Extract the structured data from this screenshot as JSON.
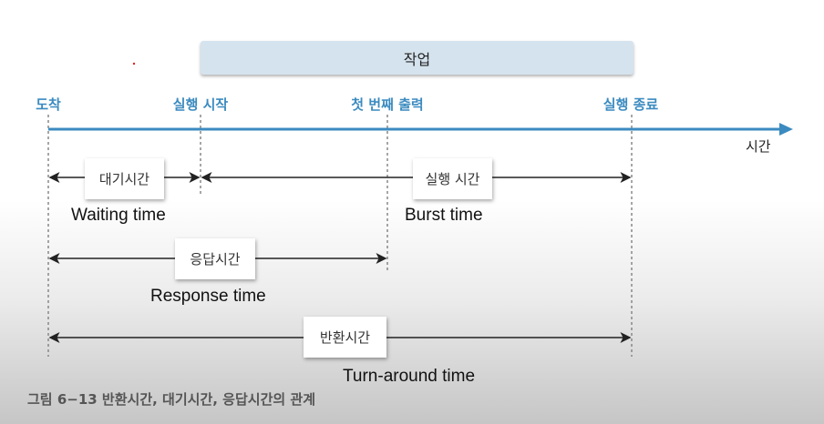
{
  "job_label": "작업",
  "milestones": [
    "도착",
    "실행 시작",
    "첫 번째 출력",
    "실행 종료"
  ],
  "axis_label": "시간",
  "intervals": [
    {
      "ko": "대기시간",
      "en": "Waiting time"
    },
    {
      "ko": "실행 시간",
      "en": "Burst time"
    },
    {
      "ko": "응답시간",
      "en": "Response time"
    },
    {
      "ko": "반환시간",
      "en": "Turn-around time"
    }
  ],
  "caption": "그림 6−13  반환시간, 대기시간, 응답시간의 관계",
  "colors": {
    "timeline": "#3b8bc0",
    "job_box": "#d5e3ee"
  }
}
